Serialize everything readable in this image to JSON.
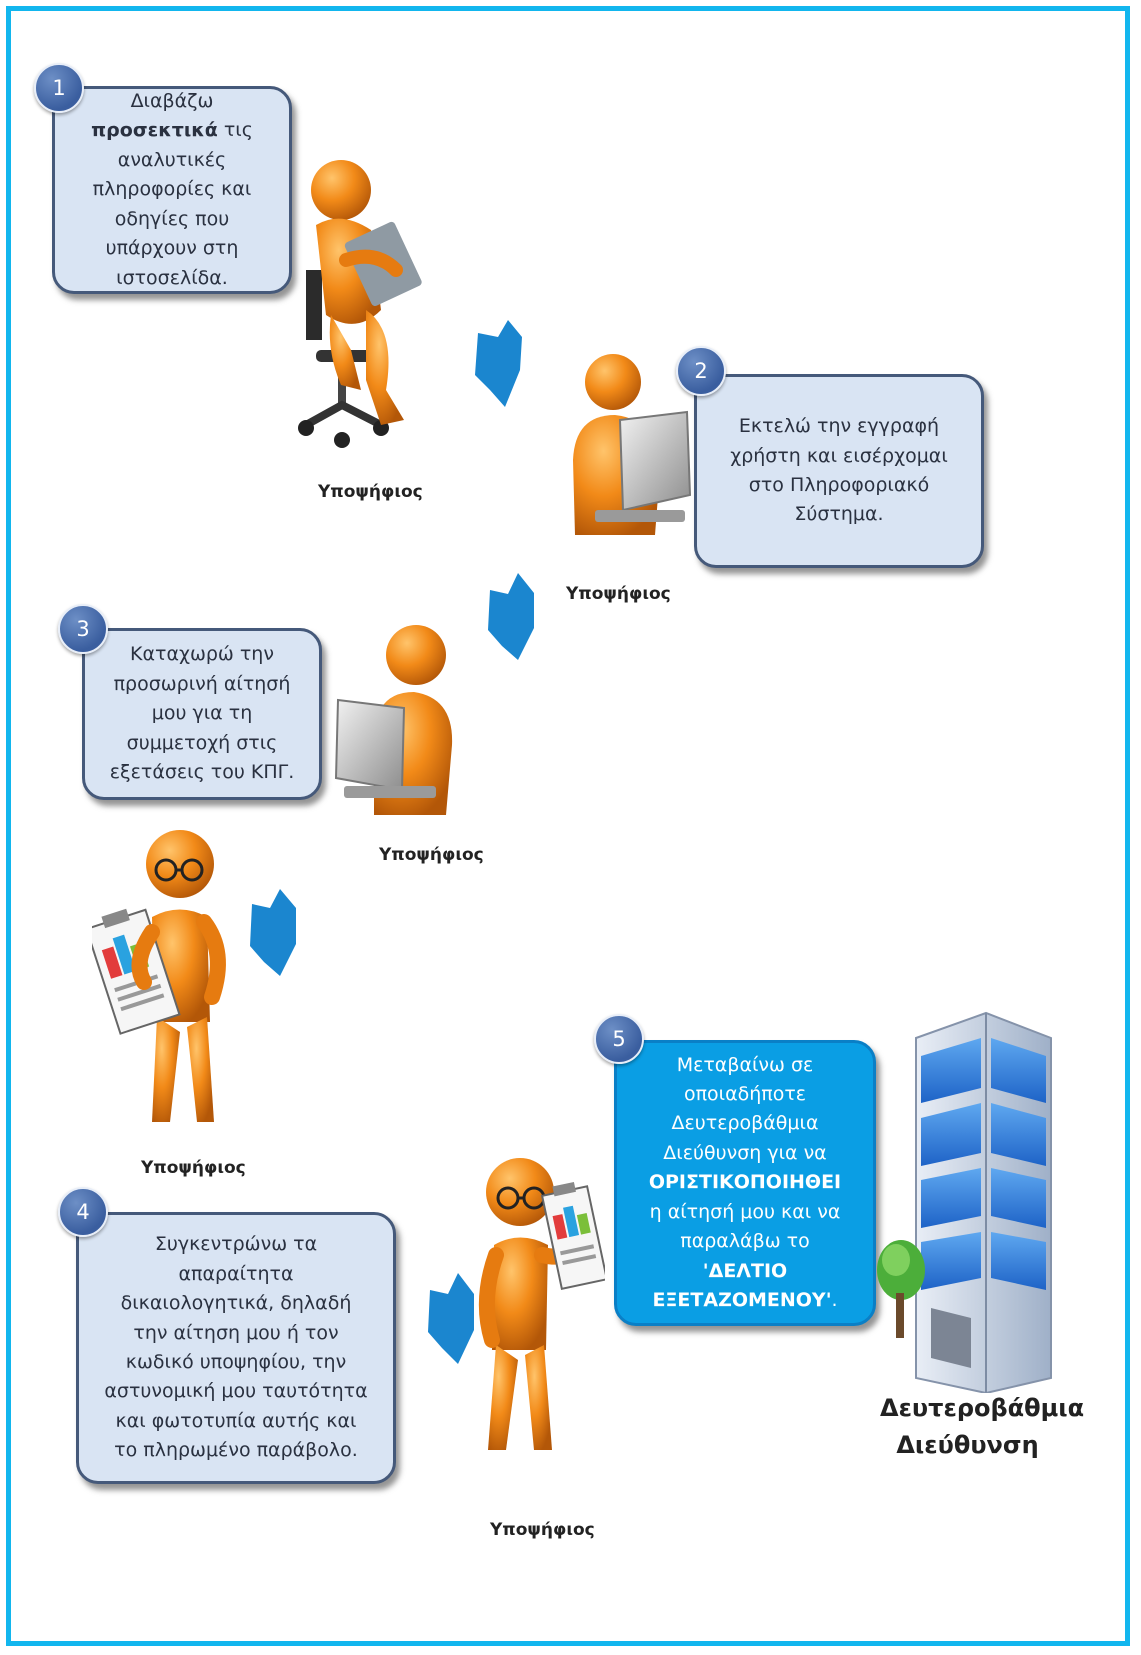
{
  "steps": [
    {
      "number": "1",
      "pre": "Διαβάζω ",
      "bold": "προσεκτικά",
      "post": " τις αναλυτικές πληροφορίες και οδηγίες που υπάρχουν στη ιστοσελίδα."
    },
    {
      "number": "2",
      "text": "Εκτελώ την εγγραφή χρήστη και εισέρχομαι στο Πληροφοριακό Σύστημα."
    },
    {
      "number": "3",
      "text": "Καταχωρώ την προσωρινή αίτησή μου για τη συμμετοχή στις εξετάσεις του ΚΠΓ."
    },
    {
      "number": "4",
      "text": "Συγκεντρώνω τα απαραίτητα δικαιολογητικά, δηλαδή την αίτηση μου ή τον κωδικό υποψηφίου, την αστυνομική μου ταυτότητα και φωτοτυπία αυτής και το πληρωμένο παράβολο."
    },
    {
      "number": "5",
      "pre": "Μεταβαίνω σε οποιαδήποτε Δευτεροβάθμια Διεύθυνση για να ",
      "bold": "ΟΡΙΣΤΙΚΟΠΟΙΗΘΕΙ",
      "mid": " η αίτησή μου και να παραλάβω το ",
      "bold2": "'ΔΕΛΤΙΟ ΕΞΕΤΑΖΟΜΕΝΟΥ'",
      "post": "."
    }
  ],
  "labels": {
    "candidate": "Υποψήφιος",
    "directorate_line1": "Δευτεροβάθμια",
    "directorate_line2": "Διεύθυνση"
  },
  "colors": {
    "border": "#12b6ee",
    "box_fill": "#d9e4f3",
    "box5_fill": "#0a9ee4",
    "arrow": "#1b86cf",
    "figure_orange": "#f08a1c"
  },
  "icons": [
    "person-reading-icon",
    "person-laptop-icon",
    "person-clipboard-icon",
    "building-icon",
    "arrow-icon"
  ]
}
